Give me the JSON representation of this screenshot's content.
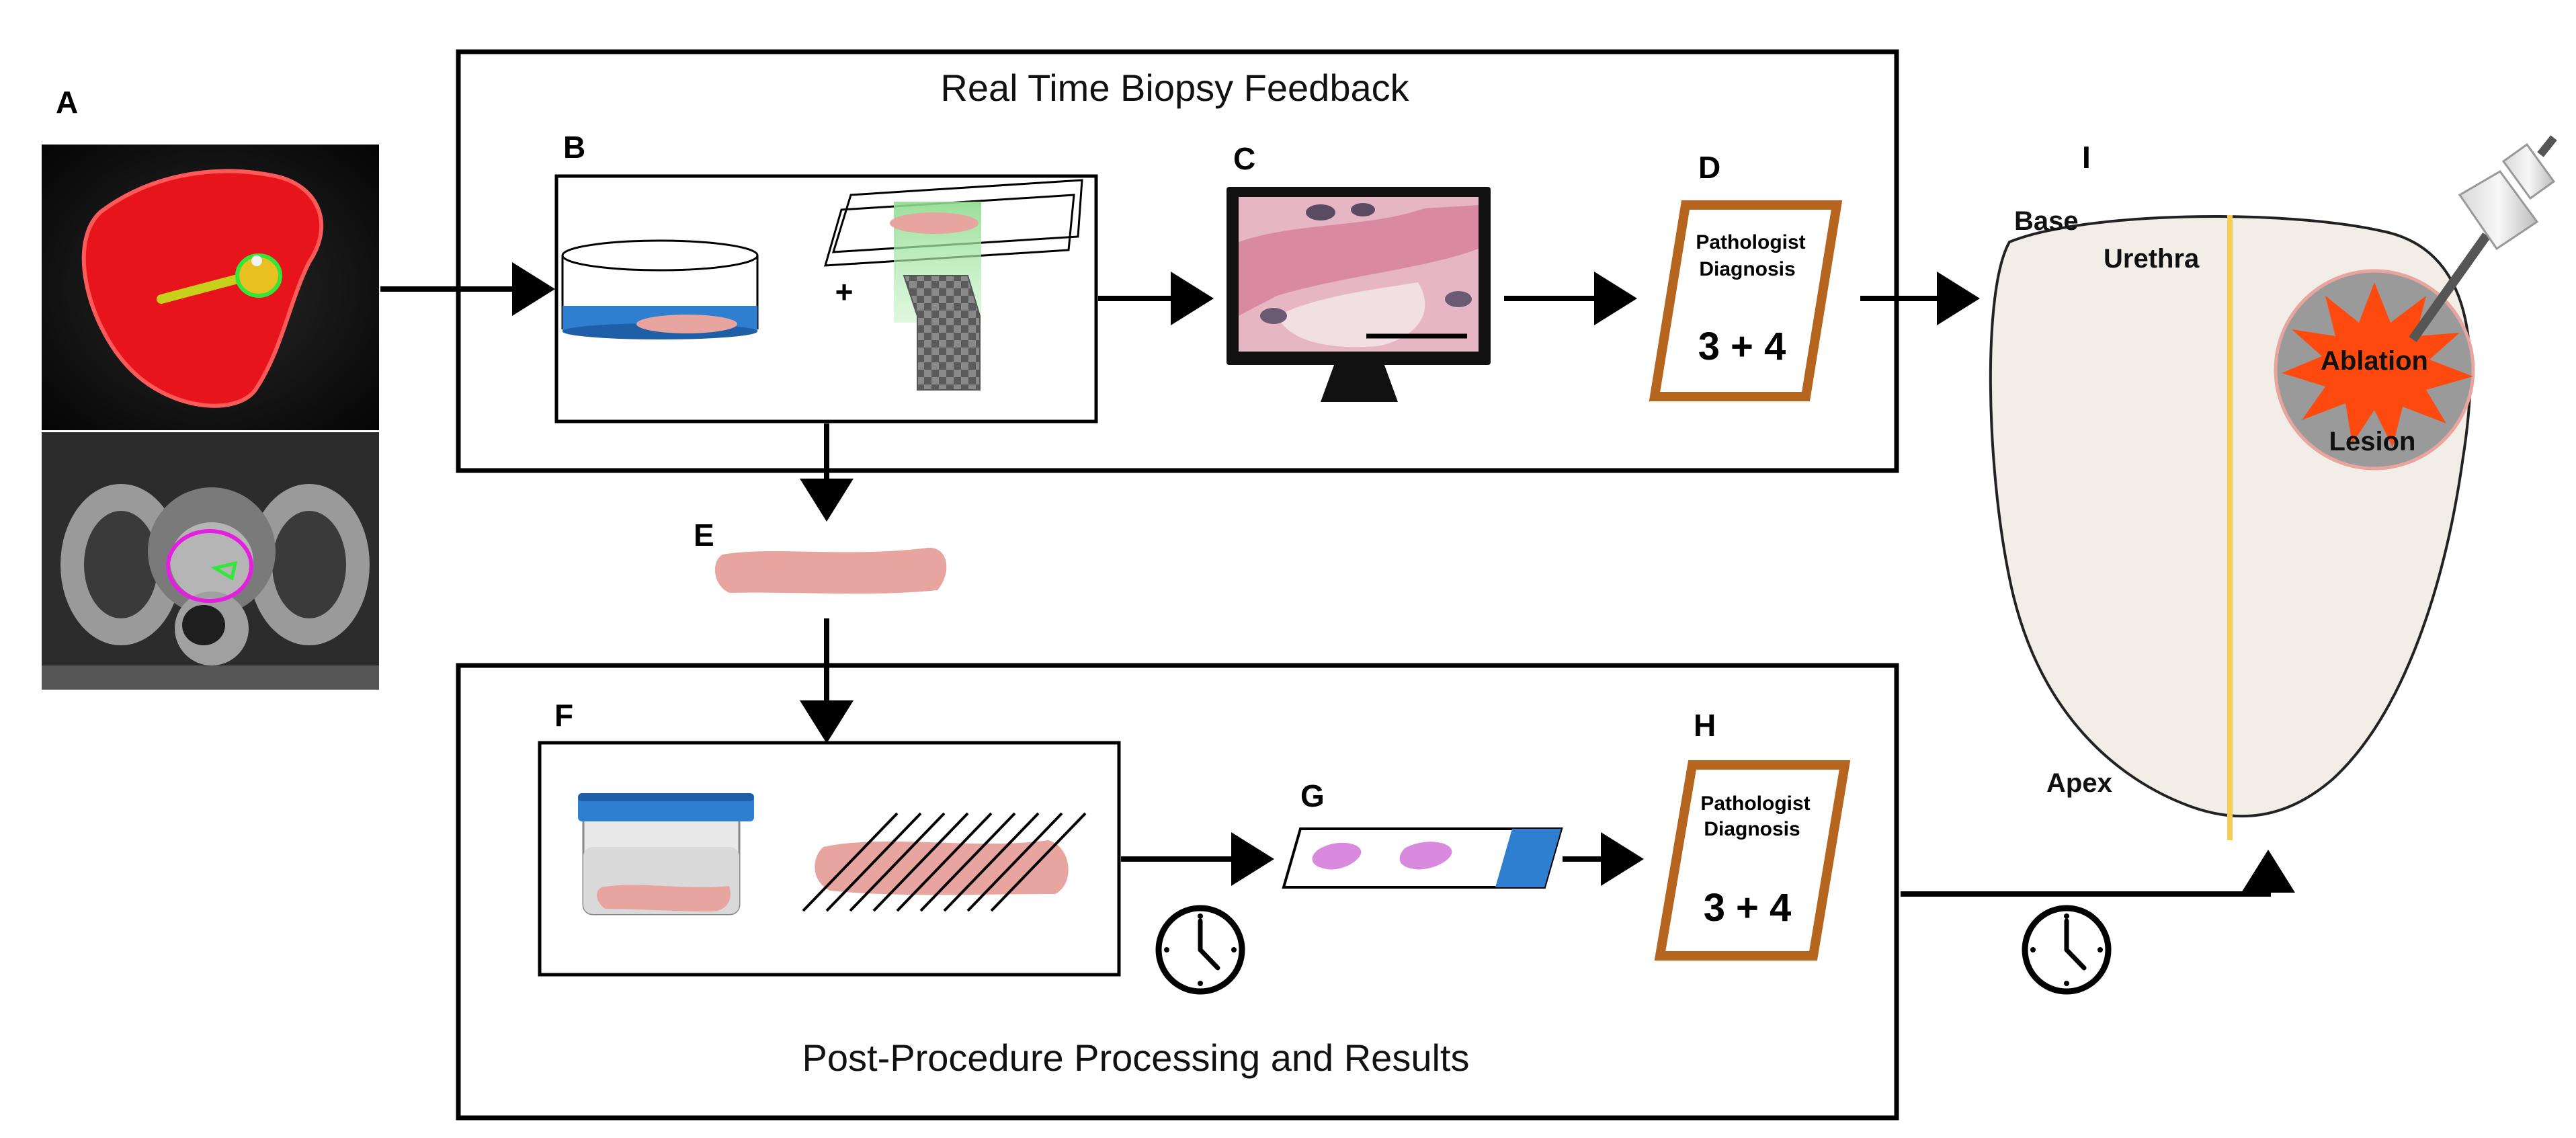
{
  "panels": {
    "a": "A",
    "b": "B",
    "c": "C",
    "d": "D",
    "e": "E",
    "f": "F",
    "g": "G",
    "h": "H",
    "i": "I"
  },
  "top_box_title": "Real Time Biopsy Feedback",
  "bottom_box_title": "Post-Procedure Processing and Results",
  "plus_sign": "+",
  "diagnosis_card": {
    "line1": "Pathologist",
    "line2": "Diagnosis",
    "score": "3 + 4"
  },
  "prostate": {
    "base": "Base",
    "urethra": "Urethra",
    "apex": "Apex",
    "ablation": "Ablation",
    "lesion": "Lesion"
  },
  "colors": {
    "tissue": "#e8a5a0",
    "liquid_blue": "#2f7fd0",
    "slide_stain": "#d98adf",
    "card_border": "#b5651d",
    "prostate_fill": "#f2ede6",
    "urethra_line": "#f4cd57",
    "ablation_burst": "#ff4a0f",
    "lesion_gray": "#9a9a9a",
    "seg_red": "#e8141c",
    "seg_green": "#33e63a",
    "seg_magenta": "#e51fe0"
  },
  "icons": [
    "clock-icon",
    "monitor-icon",
    "microscope-objective-icon",
    "probe-icon"
  ]
}
